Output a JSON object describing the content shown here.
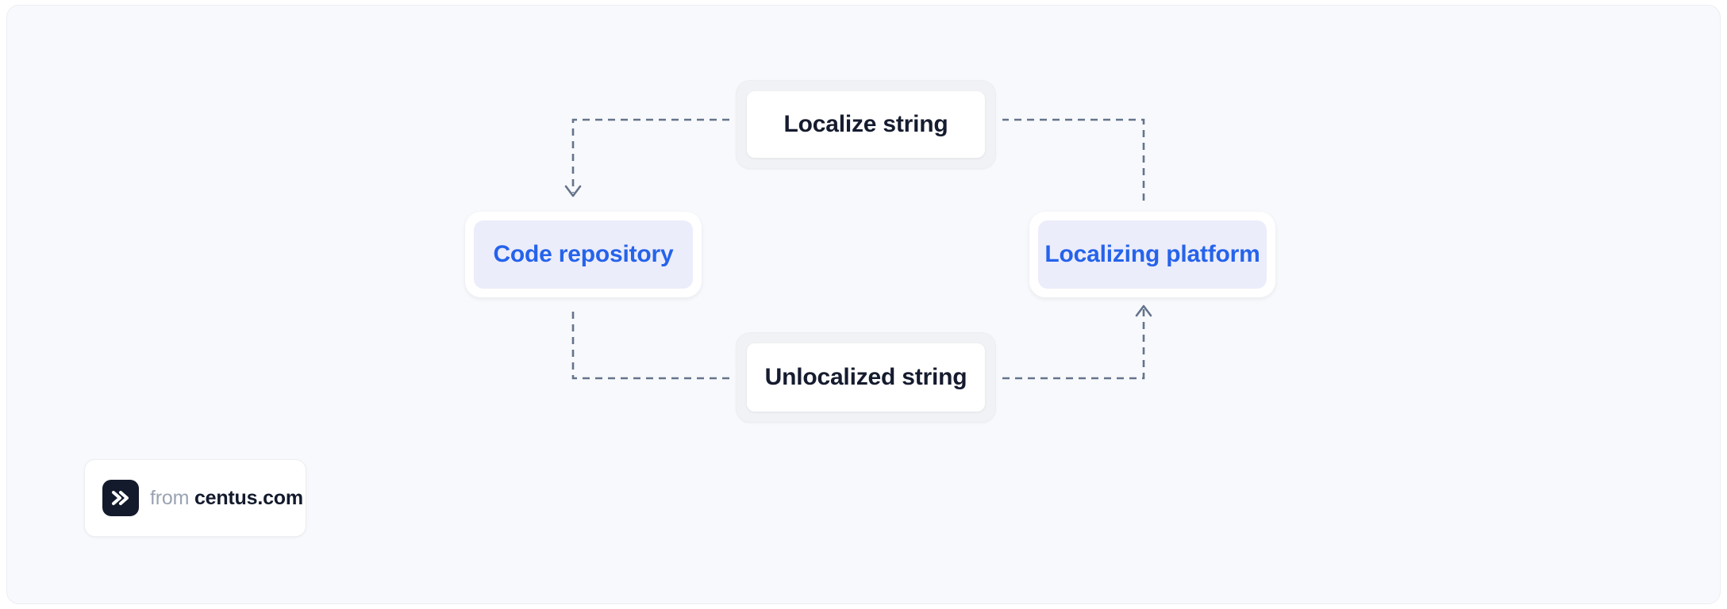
{
  "canvas": {
    "background_color": "#f8f9fc",
    "border_color": "#eceef3"
  },
  "diagram": {
    "type": "cycle-flow",
    "nodes": [
      {
        "id": "localize-string",
        "label": "Localize string",
        "style": "plain",
        "text_color": "#161c2f",
        "fill_color": "#ffffff",
        "position": "top"
      },
      {
        "id": "code-repository",
        "label": "Code repository",
        "style": "accent",
        "text_color": "#2563eb",
        "fill_color": "#ecedfb",
        "position": "left"
      },
      {
        "id": "localizing-platform",
        "label": "Localizing platform",
        "style": "accent",
        "text_color": "#2563eb",
        "fill_color": "#ecedfb",
        "position": "right"
      },
      {
        "id": "unlocalized-string",
        "label": "Unlocalized string",
        "style": "plain",
        "text_color": "#161c2f",
        "fill_color": "#ffffff",
        "position": "bottom"
      }
    ],
    "connectors": [
      {
        "from": "localize-string",
        "to": "code-repository",
        "style": "dashed",
        "arrow": true,
        "color": "#64748b"
      },
      {
        "from": "code-repository",
        "to": "unlocalized-string",
        "style": "dashed",
        "arrow": false,
        "color": "#64748b"
      },
      {
        "from": "unlocalized-string",
        "to": "localizing-platform",
        "style": "dashed",
        "arrow": true,
        "color": "#64748b"
      },
      {
        "from": "localizing-platform",
        "to": "localize-string",
        "style": "dashed",
        "arrow": false,
        "color": "#64748b"
      }
    ]
  },
  "badge": {
    "from_label": "from",
    "site_label": "centus.com",
    "logo_icon": "double-chevron-right-icon",
    "logo_background": "#131a2c"
  }
}
